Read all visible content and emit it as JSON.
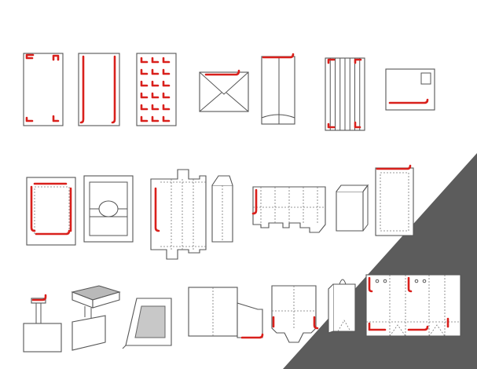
{
  "background": {
    "panel_color": "#5c5c5c",
    "accent_color": "#d9201c"
  },
  "rows": [
    {
      "name": "row-1",
      "items": [
        "flat-sheet-4-corners",
        "flat-sheet-2-side-strips",
        "flat-sheet-multi-hooks",
        "envelope-v-flap",
        "tall-envelope-top-strip",
        "striped-sheet-4-corners",
        "postcard-sheet-stamp"
      ]
    },
    {
      "name": "row-2",
      "items": [
        "framed-sheet-inner-strips",
        "window-card-circle",
        "folding-carton-dieline",
        "tuck-box-upright",
        "carton-tray-dieline",
        "small-open-box",
        "dotted-pouch-top-strip"
      ]
    },
    {
      "name": "row-3",
      "items": [
        "hang-tag-hook",
        "gift-box-lid-and-card",
        "easel-photo-frame",
        "folder-with-pocket",
        "shaped-folder-dieline",
        "shopping-bag",
        "shopping-bag-flat-dieline"
      ]
    }
  ]
}
